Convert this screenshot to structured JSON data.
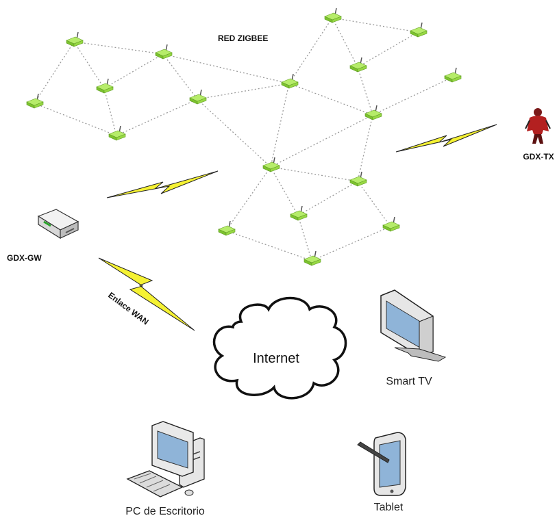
{
  "network": {
    "title": "RED ZIGBEE",
    "node_color": "#8fd63a",
    "link_color": "#9a9a9a"
  },
  "devices": {
    "gateway_label": "GDX-GW",
    "transmitter_label": "GDX-TX",
    "wan_link_label": "Enlace WAN",
    "internet_label": "Internet",
    "smart_tv_label": "Smart TV",
    "pc_label": "PC de Escritorio",
    "tablet_label": "Tablet"
  },
  "colors": {
    "lightning": "#f5f233",
    "lightning_outline": "#222222"
  }
}
